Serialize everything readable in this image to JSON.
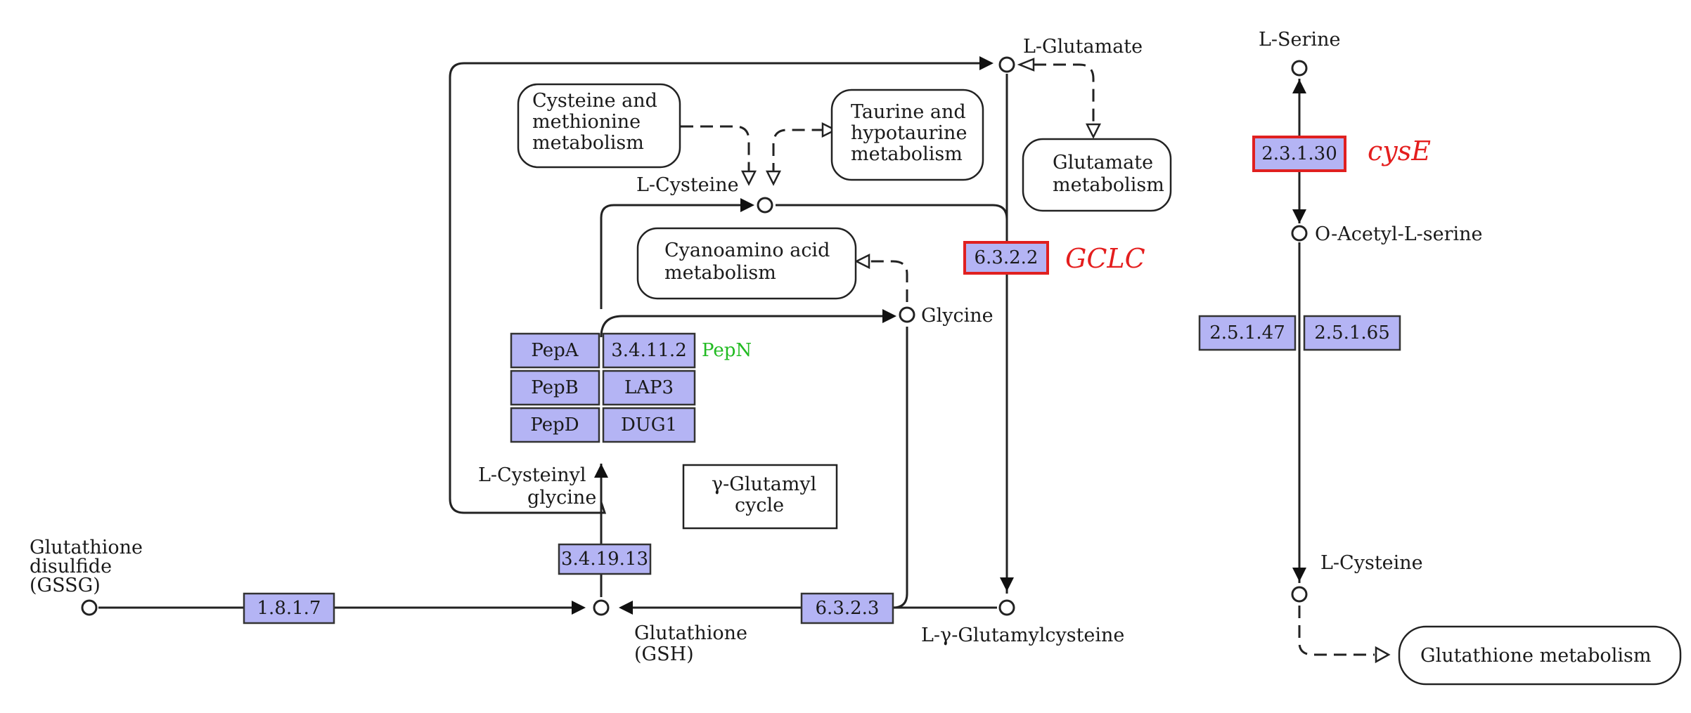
{
  "compounds": {
    "l_glutamate": "L-Glutamate",
    "l_cysteine_left": "L-Cysteine",
    "glycine": "Glycine",
    "l_cysteinyl": "L-Cysteinyl",
    "glycine_suffix": "glycine",
    "gssg_line1": "Glutathione",
    "gssg_line2": "disulfide",
    "gssg_line3": "(GSSG)",
    "gsh_line1": "Glutathione",
    "gsh_line2": "(GSH)",
    "l_gamma_glutamylcysteine": "L-γ-Glutamylcysteine",
    "l_serine": "L-Serine",
    "o_acetyl_l_serine": "O-Acetyl-L-serine",
    "l_cysteine_right": "L-Cysteine"
  },
  "pathways": {
    "cys_met_1": "Cysteine and",
    "cys_met_2": "methionine",
    "cys_met_3": "metabolism",
    "taurine_1": "Taurine and",
    "taurine_2": "hypotaurine",
    "taurine_3": "metabolism",
    "glutamate_1": "Glutamate",
    "glutamate_2": "metabolism",
    "cyano_1": "Cyanoamino acid",
    "cyano_2": "metabolism",
    "gamma_cycle_1": "γ-Glutamyl",
    "gamma_cycle_2": "cycle",
    "glutathione_met": "Glutathione metabolism"
  },
  "enzymes": {
    "e6322": "6.3.2.2",
    "e6323": "6.3.2.3",
    "e18107": "1.8.1.7",
    "e341913": "3.4.19.13",
    "pepA": "PepA",
    "pepB": "PepB",
    "pepD": "PepD",
    "e34112": "3.4.11.2",
    "lap3": "LAP3",
    "dug1": "DUG1",
    "e23130": "2.3.1.30",
    "e25147": "2.5.1.47",
    "e25165": "2.5.1.65"
  },
  "genes": {
    "gclc": "GCLC",
    "cysE": "cysE",
    "pepN": "PepN"
  },
  "colors": {
    "enzyme_fill": "#b4b4f4",
    "highlight_red": "#e41e1e",
    "gene_green": "#22bb22"
  }
}
